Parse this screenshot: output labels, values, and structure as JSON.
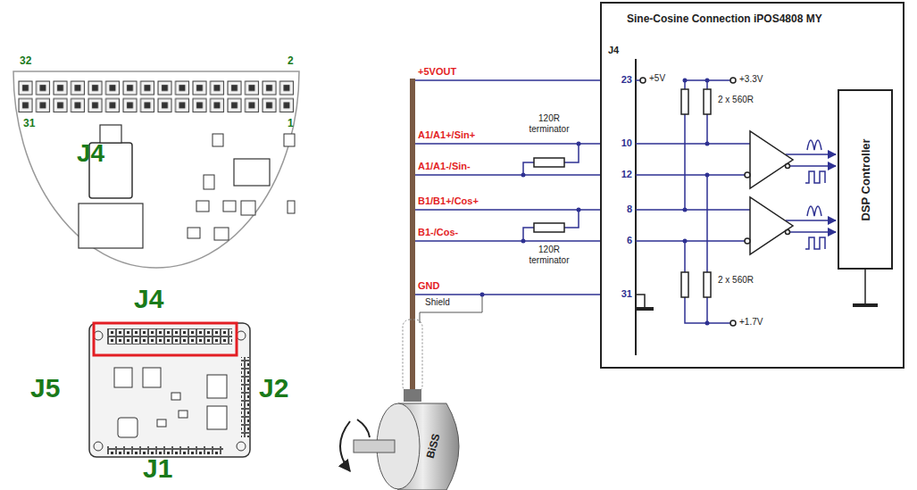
{
  "diagram": {
    "nodes": [
      {
        "text": [
          "Sine-Cosine Connection  iPOS4808 MY"
        ]
      },
      {
        "text": [
          "DSP Controller"
        ],
        "in": 0
      }
    ],
    "labels": [
      "32",
      "2",
      "31",
      "1",
      "J4",
      "J4",
      "J5",
      "J2",
      "J1",
      "+5VOUT",
      "A1/A1+/Sin+",
      "A1/A1-/Sin-",
      "B1/B1+/Cos+",
      "B1-/Cos-",
      "GND",
      "Shield",
      "120R terminator",
      "120R terminator",
      "BiSS",
      "J4",
      "23",
      "10",
      "12",
      "8",
      "6",
      "31",
      "+5V",
      "+3.3V",
      "2 x 560R",
      "2 x 560R",
      "+1.7V"
    ]
  }
}
